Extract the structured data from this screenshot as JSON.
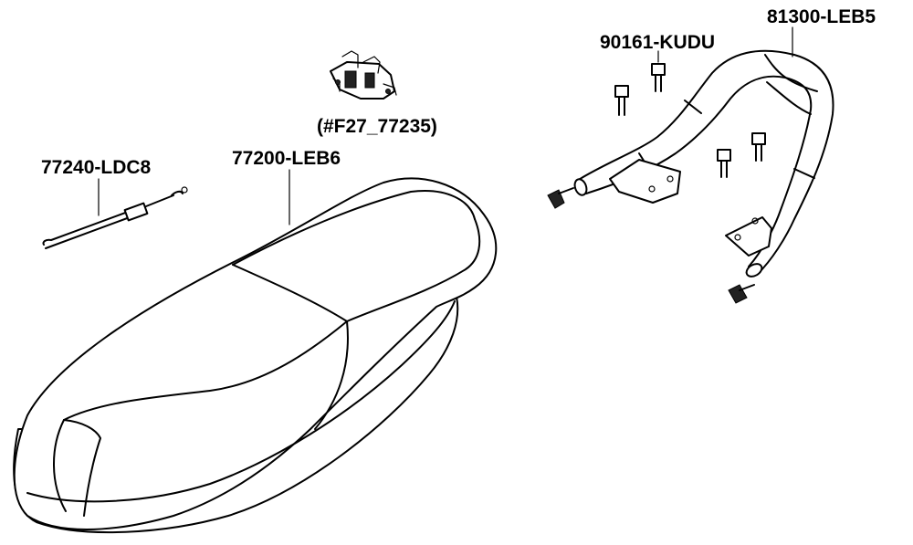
{
  "diagram": {
    "parts": [
      {
        "id": "grab-rail",
        "part_number": "81300-LEB5"
      },
      {
        "id": "bolt",
        "part_number": "90161-KUDU"
      },
      {
        "id": "seat-lock",
        "part_number": "(#F27_77235)"
      },
      {
        "id": "seat",
        "part_number": "77200-LEB6"
      },
      {
        "id": "seat-cable",
        "part_number": "77240-LDC8"
      }
    ]
  },
  "colors": {
    "line": "#000000",
    "background": "#ffffff"
  }
}
